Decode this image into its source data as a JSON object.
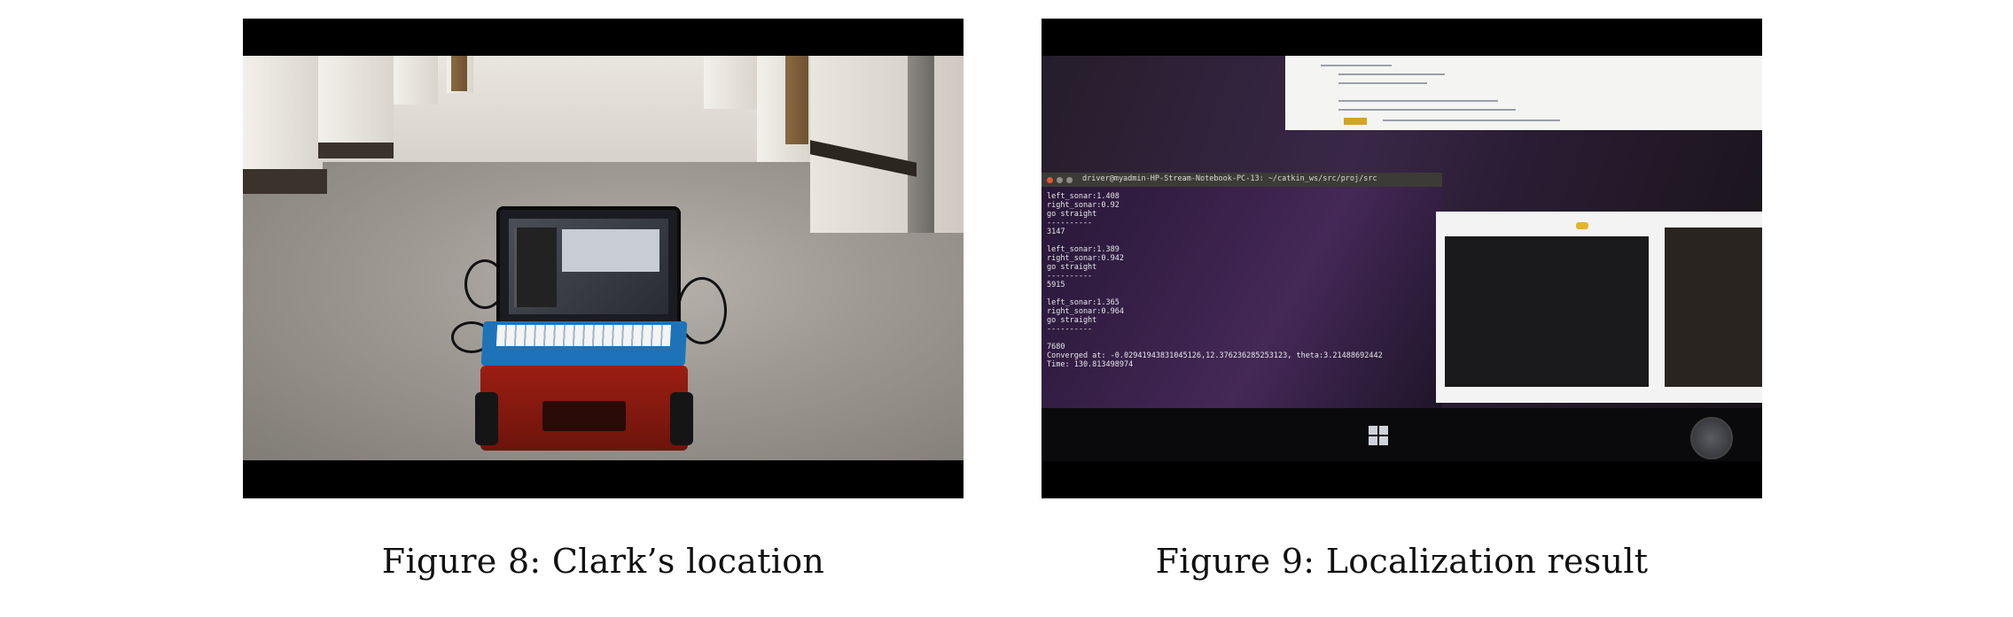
{
  "figures": [
    {
      "id": "fig8",
      "caption": "Figure 8: Clark’s location"
    },
    {
      "id": "fig9",
      "caption": "Figure 9: Localization result",
      "terminal": {
        "title": "driver@myadmin-HP-Stream-Notebook-PC-13: ~/catkin_ws/src/proj/src",
        "lines": [
          "left_sonar:1.408",
          "right_sonar:0.92",
          "go straight",
          "----------",
          "3147",
          "",
          "left_sonar:1.389",
          "right_sonar:0.942",
          "go straight",
          "----------",
          "5915",
          "",
          "left_sonar:1.365",
          "right_sonar:0.964",
          "go straight",
          "----------",
          "",
          "7680",
          "Converged at: -0.02941943831045126,12.376236285253123, theta:3.21488692442",
          "Time: 130.813498974"
        ]
      }
    }
  ]
}
